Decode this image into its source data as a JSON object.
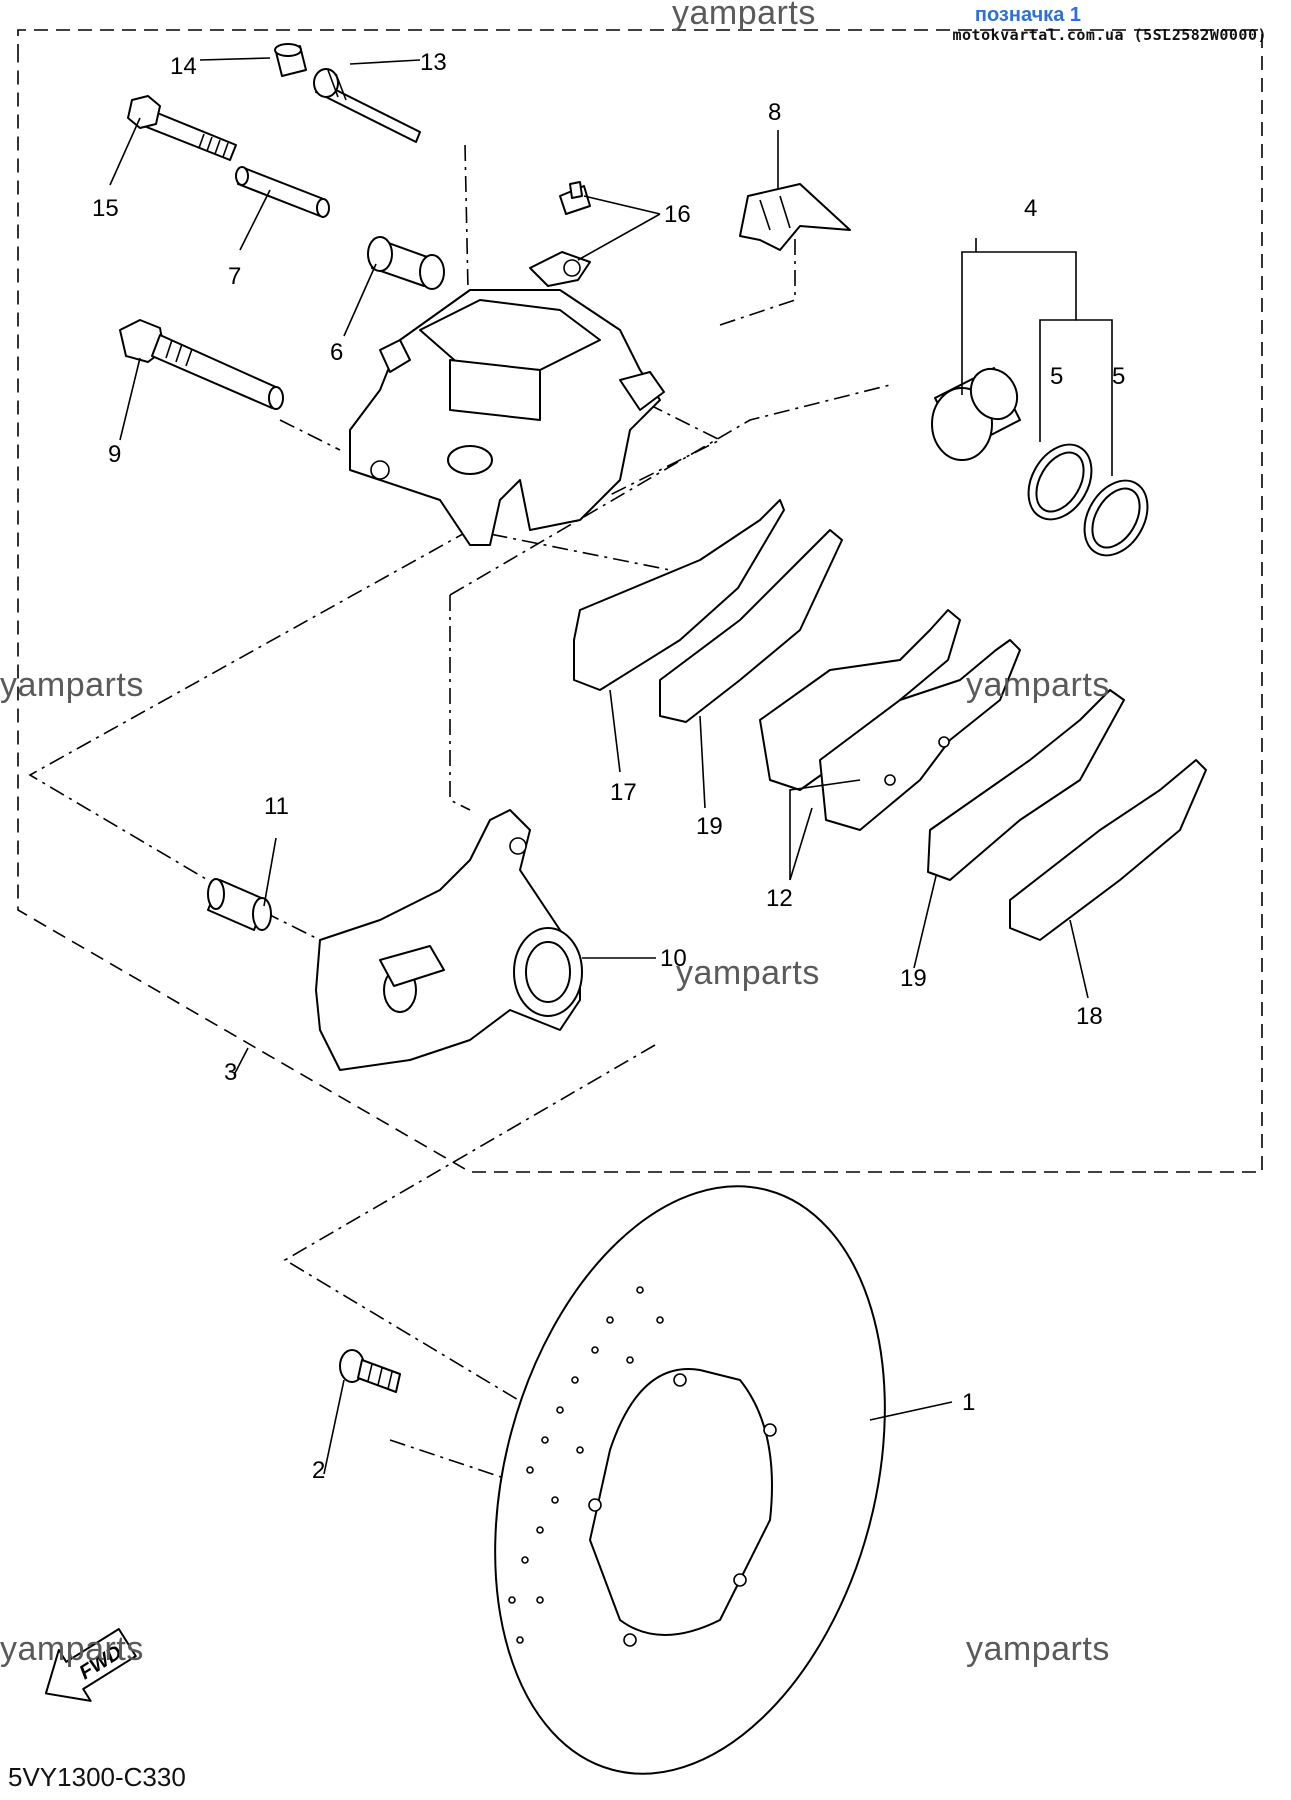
{
  "header": {
    "bookmark_label": "позначка 1",
    "source_line": "motokvartal.com.ua (5SL2582W0000)"
  },
  "watermarks": [
    "yamparts",
    "yamparts",
    "yamparts",
    "yamparts",
    "yamparts",
    "yamparts"
  ],
  "diagram_code": "5VY1300-C330",
  "fwd_label": "FWD",
  "callouts": [
    {
      "id": "1",
      "label": "1"
    },
    {
      "id": "2",
      "label": "2"
    },
    {
      "id": "3",
      "label": "3"
    },
    {
      "id": "4",
      "label": "4"
    },
    {
      "id": "5a",
      "label": "5"
    },
    {
      "id": "5b",
      "label": "5"
    },
    {
      "id": "6",
      "label": "6"
    },
    {
      "id": "7",
      "label": "7"
    },
    {
      "id": "8",
      "label": "8"
    },
    {
      "id": "9",
      "label": "9"
    },
    {
      "id": "10",
      "label": "10"
    },
    {
      "id": "11",
      "label": "11"
    },
    {
      "id": "12",
      "label": "12"
    },
    {
      "id": "13",
      "label": "13"
    },
    {
      "id": "14",
      "label": "14"
    },
    {
      "id": "15",
      "label": "15"
    },
    {
      "id": "16",
      "label": "16"
    },
    {
      "id": "17",
      "label": "17"
    },
    {
      "id": "18",
      "label": "18"
    },
    {
      "id": "19a",
      "label": "19"
    },
    {
      "id": "19b",
      "label": "19"
    }
  ]
}
